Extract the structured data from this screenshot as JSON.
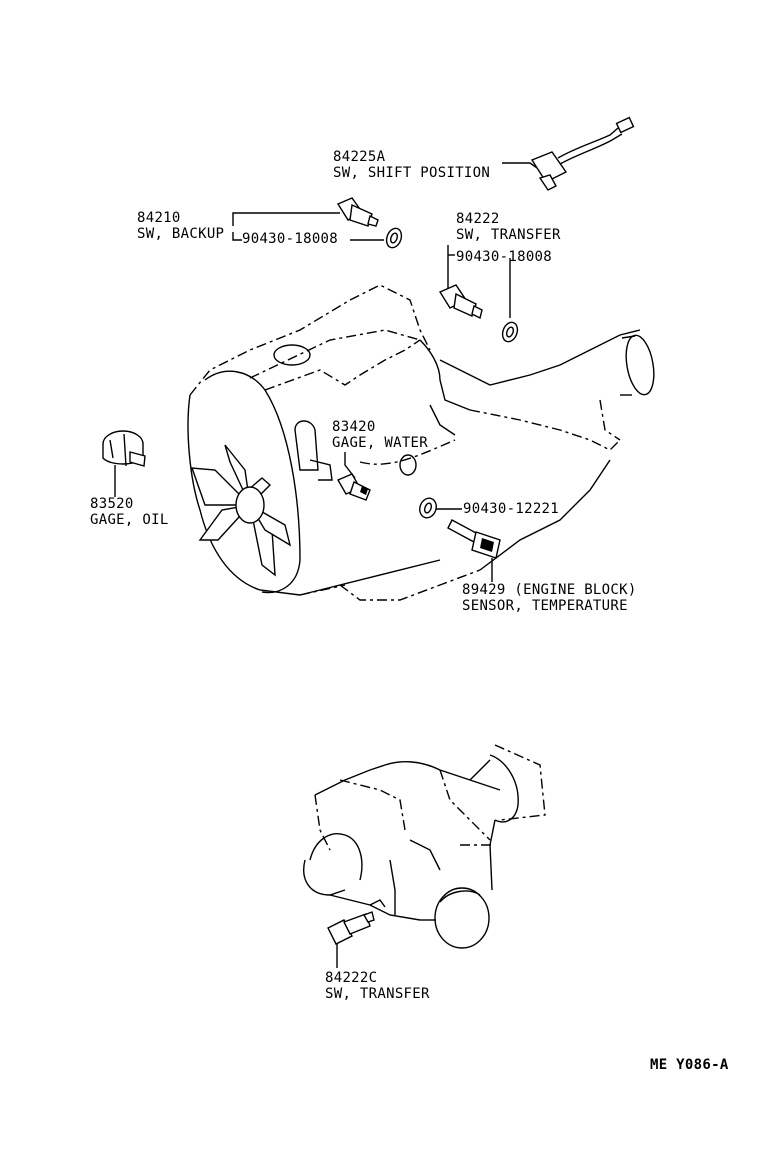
{
  "parts": {
    "shift_position": {
      "number": "84225A",
      "name": "SW, SHIFT POSITION"
    },
    "backup": {
      "number": "84210",
      "name": "SW, BACKUP",
      "gasket": "90430-18008"
    },
    "transfer": {
      "number": "84222",
      "name": "SW, TRANSFER",
      "gasket": "90430-18008"
    },
    "water_gage": {
      "number": "83420",
      "name": "GAGE, WATER"
    },
    "oil_gage": {
      "number": "83520",
      "name": "GAGE, OIL"
    },
    "temp_sensor": {
      "gasket": "90430-12221",
      "number": "89429 (ENGINE BLOCK)",
      "name": "SENSOR, TEMPERATURE"
    },
    "transfer_c": {
      "number": "84222C",
      "name": "SW, TRANSFER"
    }
  },
  "figure_code": "ME  Y086-A"
}
